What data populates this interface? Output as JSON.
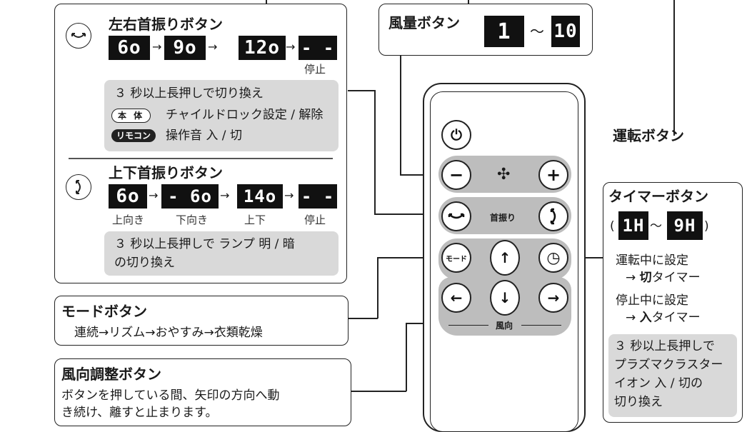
{
  "swing_lr": {
    "title": "左右首振りボタン",
    "icon": "swing-left-right-icon",
    "displays": [
      "6o",
      "9o",
      "12o",
      "- -"
    ],
    "stop_label": "停止",
    "note": "３ 秒以上長押しで切り換え",
    "honntai_tag": "本 体",
    "honntai_text": "チャイルドロック設定 / 解除",
    "remocon_tag": "リモコン",
    "remocon_text": "操作音 入 / 切"
  },
  "swing_ud": {
    "title": "上下首振りボタン",
    "icon": "swing-up-down-icon",
    "displays": [
      "6o",
      "- 6o",
      "14o",
      "- -"
    ],
    "labels": [
      "上向き",
      "下向き",
      "上下",
      "停止"
    ],
    "note_line1": "３ 秒以上長押しで ランプ 明 / 暗",
    "note_line2": "の切り換え"
  },
  "fan_speed": {
    "title": "風量ボタン",
    "display_min": "1",
    "tilde": "〜",
    "display_max": "10"
  },
  "power": {
    "label": "運転ボタン"
  },
  "timer": {
    "title": "タイマーボタン",
    "display_min": "1H",
    "tilde": "〜",
    "display_max": "9H",
    "paren_open": "(",
    "paren_close": ")",
    "running_line1": "運転中に設定",
    "running_arrow": "→ ",
    "running_bold": "切",
    "running_rest": "タイマー",
    "stopped_line1": "停止中に設定",
    "stopped_arrow": "→ ",
    "stopped_bold": "入",
    "stopped_rest": "タイマー",
    "note_lines": [
      "３ 秒以上長押しで",
      "プラズマクラスター",
      "イオン 入 / 切の",
      "切り換え"
    ]
  },
  "mode": {
    "title": "モードボタン",
    "sequence": "連続→リズム→おやすみ→衣類乾燥"
  },
  "wind_dir": {
    "title": "風向調整ボタン",
    "line1": "ボタンを押している間、矢印の方向へ動",
    "line2": "き続け、離すと止まります。"
  },
  "remote": {
    "power_symbol": "⏻",
    "minus": "−",
    "fan_symbol": "✣",
    "plus": "+",
    "swing_label": "首振り",
    "mode_label": "モード",
    "timer_symbol": "◷",
    "up": "↑",
    "down": "↓",
    "left": "←",
    "right": "→",
    "wind_label": "風向"
  },
  "colors": {
    "panel_gray": "#d9d9d9",
    "remote_gray": "#bdbdbd",
    "ink": "#222222"
  }
}
